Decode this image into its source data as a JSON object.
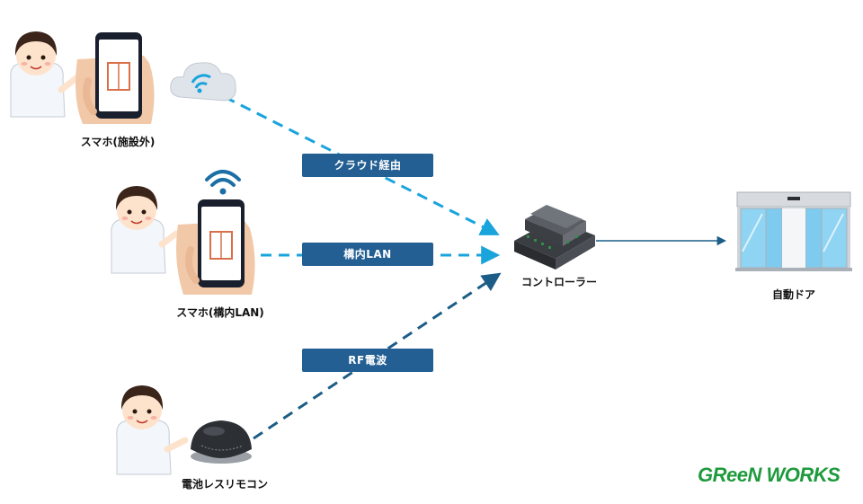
{
  "labels": {
    "phone_outside": "スマホ(施設外)",
    "phone_lan": "スマホ(構内LAN)",
    "remote": "電池レスリモコン",
    "controller": "コントローラー",
    "door": "自動ドア"
  },
  "connections": {
    "cloud": "クラウド経由",
    "lan": "構内LAN",
    "rf": "RF電波"
  },
  "logo": "GReeN WORKS",
  "colors": {
    "light_line": "#1aa4dc",
    "dark_line": "#1c5d87",
    "pill": "#235f92",
    "logo": "#1e9a3c"
  }
}
